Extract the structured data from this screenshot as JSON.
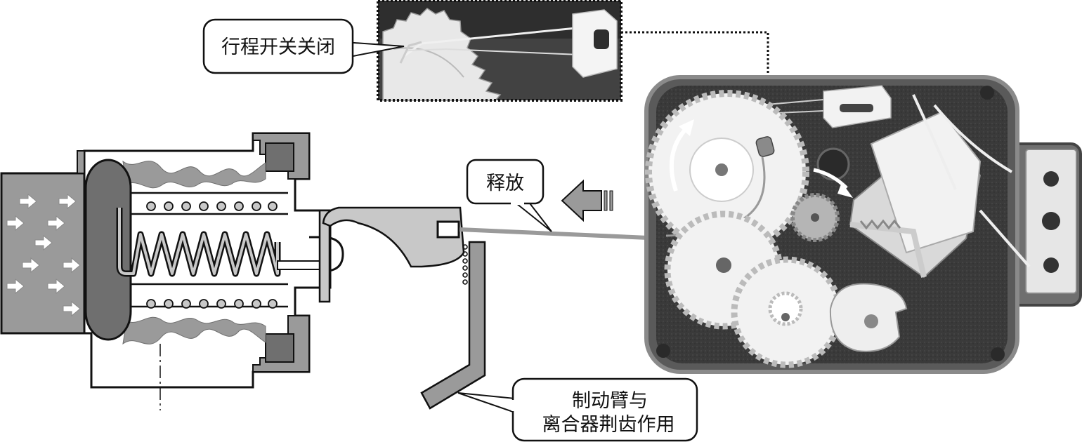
{
  "labels": {
    "limit_switch": "行程开关关闭",
    "release": "释放",
    "brake_line1": "制动臂与",
    "brake_line2": "离合器荆齿作用"
  },
  "colors": {
    "ink": "#111111",
    "dark_gray": "#6f6f6f",
    "mid_gray": "#9a9a9a",
    "light_gray": "#c8c8c8",
    "photo_bg": "#333333",
    "gear": "#f2f2f2"
  },
  "icons": {
    "push_arrow": "left-arrow-icon",
    "rotation": "clockwise-arrow-icon"
  }
}
